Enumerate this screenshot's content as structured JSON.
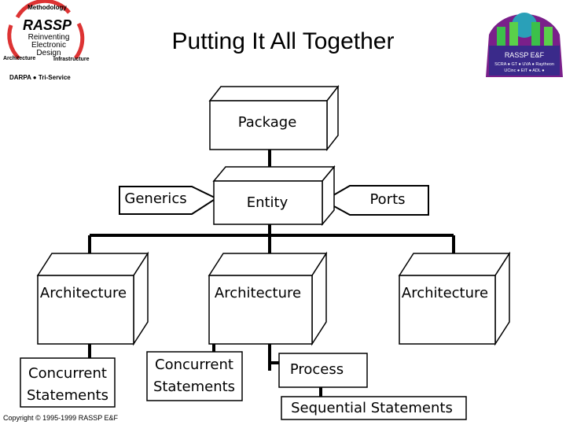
{
  "header": {
    "title": "Putting It All Together",
    "logo_left": {
      "top": "Methodology",
      "main": "RASSP",
      "lines": [
        "Reinventing",
        "Electronic",
        "Design"
      ],
      "left": "Architecture",
      "right": "Infrastructure",
      "bottom": "DARPA ● Tri-Service"
    },
    "logo_right": {
      "title": "RASSP E&F",
      "line1": "SCRA ● GT ● UVA ● Raytheon",
      "line2": "UCinc ● EIT ● ADL ●"
    }
  },
  "diagram": {
    "package": "Package",
    "entity": "Entity",
    "generics": "Generics",
    "ports": "Ports",
    "architecture_left": "Architecture",
    "architecture_middle": "Architecture",
    "architecture_right": "Architecture",
    "concurrent_left": [
      "Concurrent",
      "Statements"
    ],
    "concurrent_middle": [
      "Concurrent",
      "Statements"
    ],
    "process": "Process",
    "sequential": "Sequential Statements"
  },
  "footer": {
    "copyright": "Copyright © 1995-1999 RASSP E&F"
  }
}
